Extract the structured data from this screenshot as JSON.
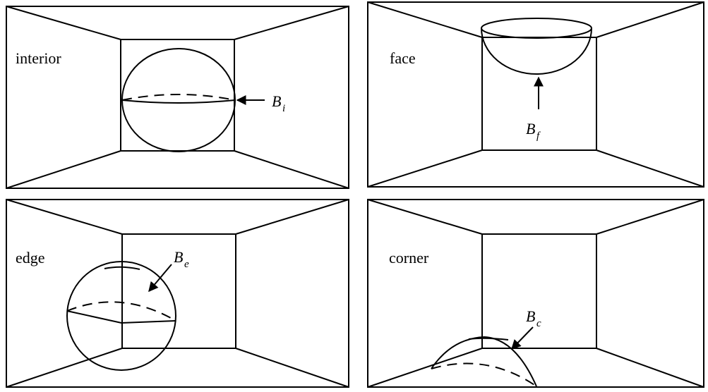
{
  "panels": {
    "interior": {
      "label": "interior",
      "ball_symbol": "B",
      "ball_subscript": "i"
    },
    "face": {
      "label": "face",
      "ball_symbol": "B",
      "ball_subscript": "f"
    },
    "edge": {
      "label": "edge",
      "ball_symbol": "B",
      "ball_subscript": "e"
    },
    "corner": {
      "label": "corner",
      "ball_symbol": "B",
      "ball_subscript": "c"
    }
  }
}
